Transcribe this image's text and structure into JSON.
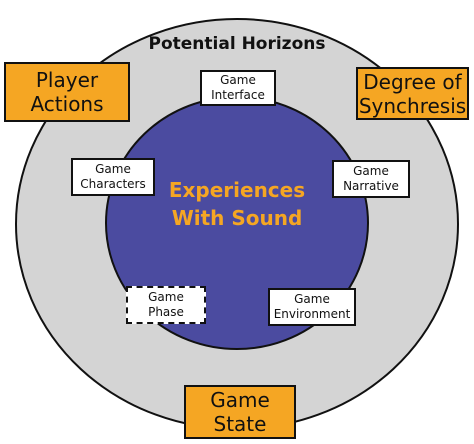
{
  "diagram": {
    "outer_ring_label": "Potential Horizons",
    "center_label": "Experiences\nWith Sound",
    "corner_boxes": {
      "player_actions": "Player\nActions",
      "degree_of_synchresis": "Degree of\nSynchresis",
      "game_state": "Game\nState"
    },
    "inner_boxes": {
      "game_interface": "Game\nInterface",
      "game_characters": "Game\nCharacters",
      "game_narrative": "Game\nNarrative",
      "game_phase": "Game\nPhase",
      "game_environment": "Game\nEnvironment"
    },
    "colors": {
      "outer_ring": "#d4d4d4",
      "inner_circle": "#4b4ba0",
      "accent_orange": "#f5a623",
      "outline": "#111111"
    }
  }
}
